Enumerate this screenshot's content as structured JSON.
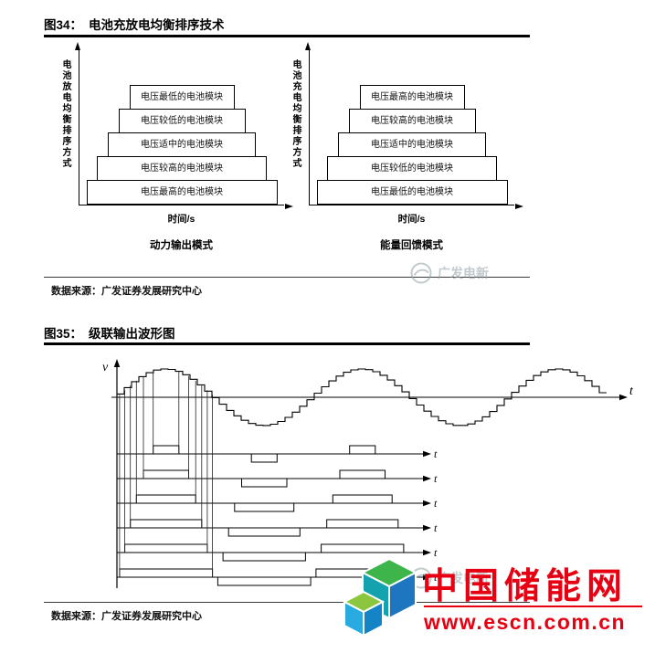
{
  "figure34": {
    "label": "图34：",
    "title": "电池充放电均衡排序技术",
    "left_chart": {
      "y_axis_label": "电池放电均衡排序方式",
      "x_axis_label": "时间/s",
      "mode_label": "动力输出模式",
      "modules": [
        "电压最低的电池模块",
        "电压较低的电池模块",
        "电压适中的电池模块",
        "电压较高的电池模块",
        "电压最高的电池模块"
      ]
    },
    "right_chart": {
      "y_axis_label": "电池充电均衡排序方式",
      "x_axis_label": "时间/s",
      "mode_label": "能量回馈模式",
      "modules": [
        "电压最高的电池模块",
        "电压较高的电池模块",
        "电压适中的电池模块",
        "电压较低的电池模块",
        "电压最低的电池模块"
      ]
    },
    "source": "数据来源：广发证券发展研究中心"
  },
  "figure35": {
    "label": "图35：",
    "title": "级联输出波形图",
    "v_axis_label": "v",
    "t_axis_label": "t",
    "pulse_rows": 6,
    "source": "数据来源：广发证券发展研究中心"
  },
  "watermark": {
    "text": "广发电新"
  },
  "logo": {
    "name": "中国储能网",
    "url": "www.escn.com.cn",
    "red": "#e60012",
    "cube_green": "#3db54a",
    "cube_teal": "#14a2af",
    "cube_blue": "#1e76c0",
    "cube_small_top": "#8cc63f",
    "cube_small_left": "#29aae1",
    "cube_small_right": "#1584c7"
  }
}
